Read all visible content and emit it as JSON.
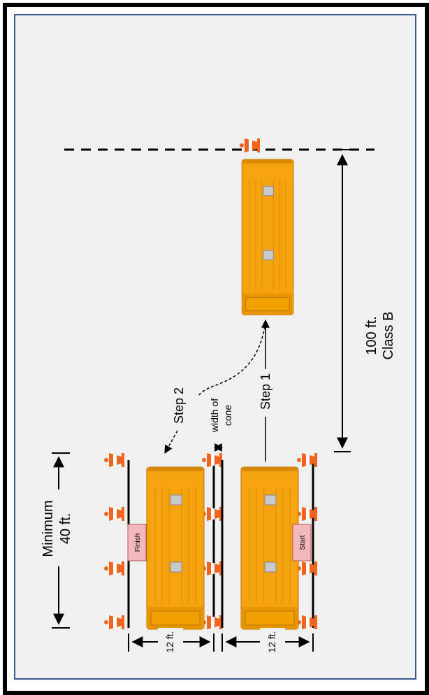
{
  "labels": {
    "minimum": "Minimum",
    "forty_ft": "40 ft.",
    "step_2": "Step 2",
    "step_1": "Step 1",
    "width_of": "width of",
    "cone": "cone",
    "hundred_ft": "100 ft.",
    "class_b": "Class B",
    "twelve_ft_left": "12 ft.",
    "twelve_ft_right": "12 ft.",
    "finish": "Finish",
    "start": "Start"
  },
  "colors": {
    "bus": "#f5a40f",
    "bus_dark": "#d98a00",
    "cone": "#f0641e",
    "sign": "#f2b8bc",
    "frame": "#3a5a8c"
  }
}
